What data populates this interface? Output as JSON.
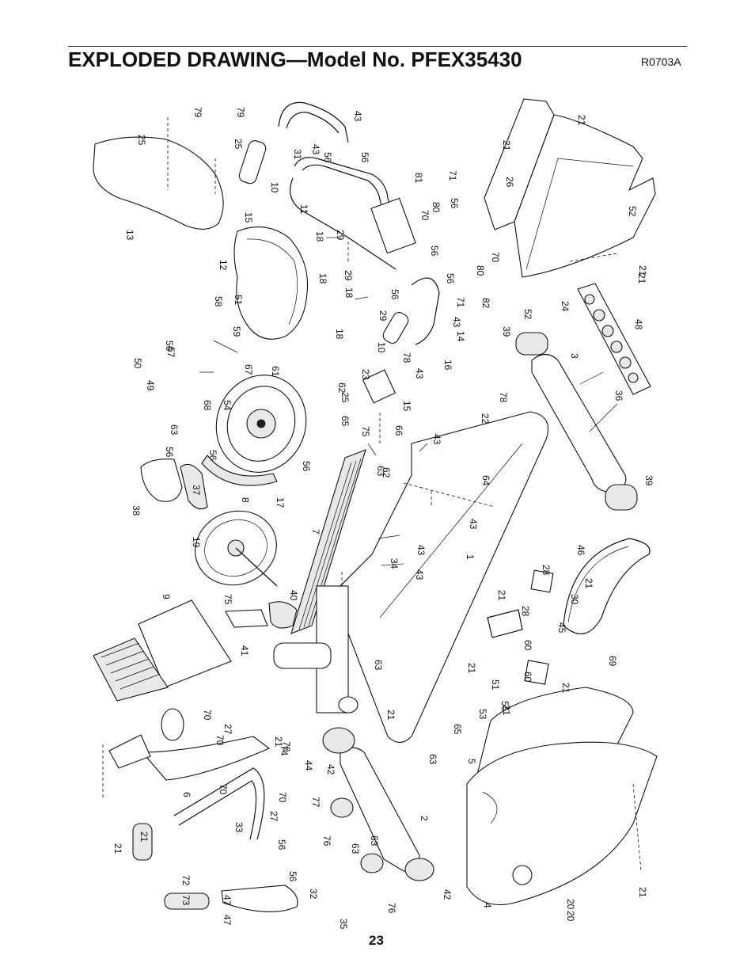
{
  "header": {
    "title": "EXPLODED DRAWING—Model No. PFEX35430",
    "reference": "R0703A"
  },
  "footer": {
    "page_number": "23"
  },
  "callouts": [
    "1",
    "2",
    "3",
    "4",
    "5",
    "6",
    "7",
    "8",
    "9",
    "10",
    "10",
    "11",
    "12",
    "13",
    "14",
    "15",
    "15",
    "16",
    "17",
    "18",
    "18",
    "18",
    "18",
    "19",
    "20",
    "20",
    "21",
    "21",
    "21",
    "21",
    "21",
    "21",
    "21",
    "21",
    "21",
    "21",
    "21",
    "21",
    "21",
    "21",
    "22",
    "23",
    "24",
    "25",
    "25",
    "25",
    "26",
    "27",
    "27",
    "28",
    "28",
    "29",
    "29",
    "29",
    "30",
    "31",
    "32",
    "33",
    "34",
    "35",
    "36",
    "37",
    "38",
    "39",
    "39",
    "40",
    "41",
    "42",
    "42",
    "43",
    "43",
    "43",
    "43",
    "43",
    "43",
    "43",
    "43",
    "44",
    "45",
    "46",
    "47",
    "47",
    "48",
    "49",
    "50",
    "51",
    "51",
    "52",
    "52",
    "53",
    "54",
    "55",
    "56",
    "56",
    "56",
    "56",
    "56",
    "56",
    "56",
    "56",
    "56",
    "56",
    "56",
    "56",
    "57",
    "58",
    "59",
    "60",
    "60",
    "61",
    "62",
    "62",
    "63",
    "63",
    "63",
    "63",
    "63",
    "63",
    "64",
    "65",
    "65",
    "66",
    "67",
    "68",
    "69",
    "70",
    "70",
    "70",
    "70",
    "70",
    "70",
    "70",
    "71",
    "71",
    "72",
    "73",
    "74",
    "75",
    "75",
    "76",
    "76",
    "77",
    "78",
    "78",
    "79",
    "79",
    "80",
    "80",
    "81",
    "82"
  ]
}
